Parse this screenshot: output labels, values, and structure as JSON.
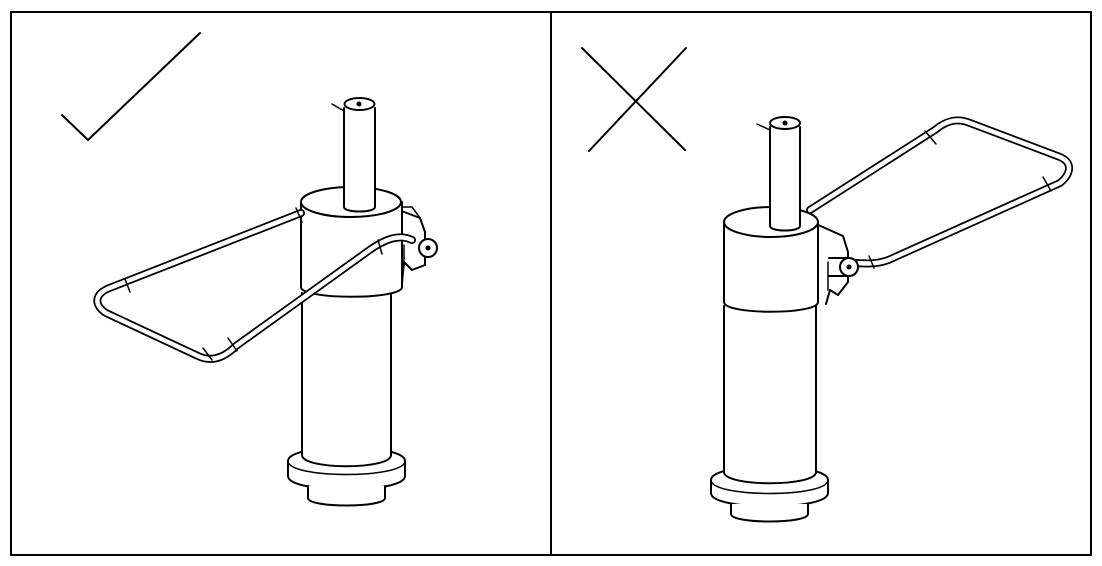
{
  "figure": {
    "panels": [
      {
        "id": "correct",
        "mark": "check-mark-icon",
        "meaning": "correct"
      },
      {
        "id": "incorrect",
        "mark": "cross-mark-icon",
        "meaning": "incorrect"
      }
    ],
    "colors": {
      "ink": "#000000",
      "paper": "#ffffff"
    }
  }
}
